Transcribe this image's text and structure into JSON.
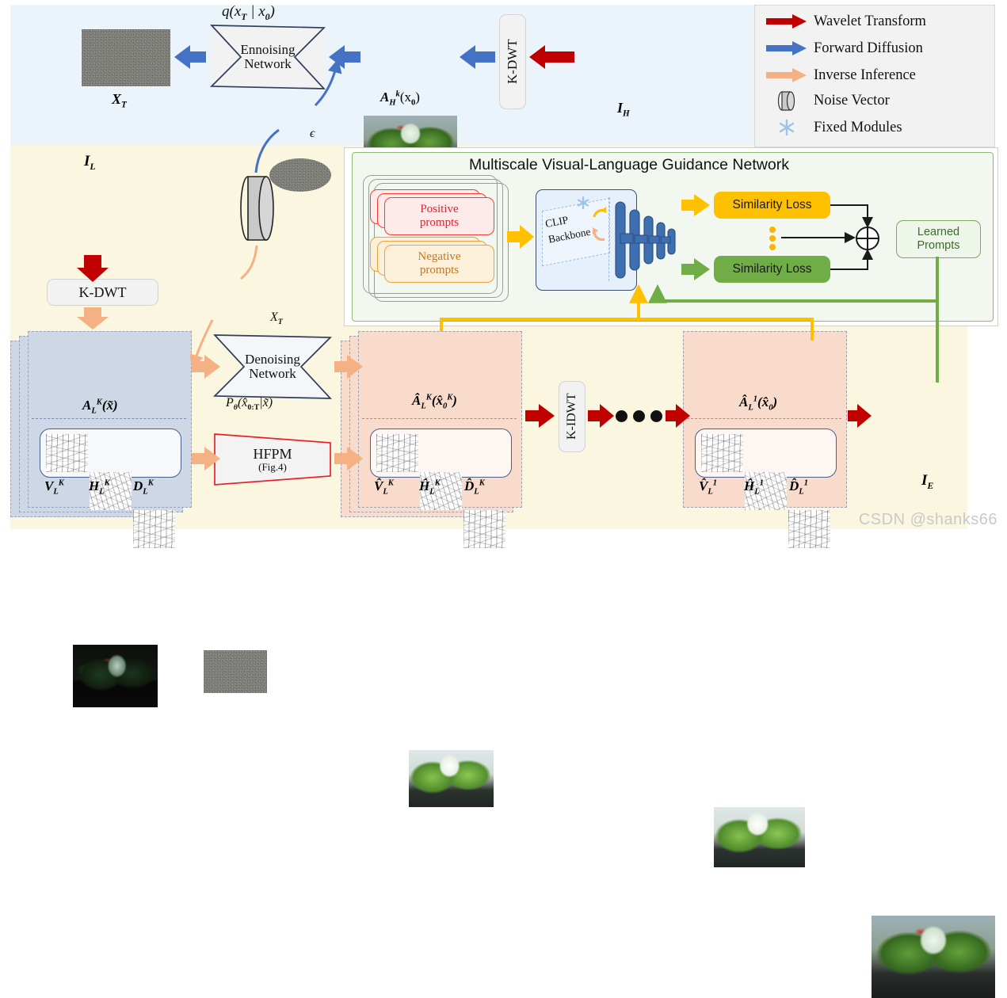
{
  "figure": {
    "watermark": "CSDN @shanks66"
  },
  "legend": {
    "items": [
      {
        "label": "Wavelet Transform",
        "icon": "red-arrow-icon",
        "color": "#C00000"
      },
      {
        "label": "Forward Diffusion",
        "icon": "blue-arrow-icon",
        "color": "#4472C4"
      },
      {
        "label": "Inverse Inference",
        "icon": "peach-arrow-icon",
        "color": "#F4B183"
      },
      {
        "label": "Noise Vector",
        "icon": "cylinder-icon",
        "color": "#BFBFBF"
      },
      {
        "label": "Fixed Modules",
        "icon": "snowflake-icon",
        "color": "#9DC3E6"
      }
    ]
  },
  "diffusion_panel": {
    "distribution_label": "q(x_T|x_0)",
    "ennoising_network": "Ennoising\nNetwork",
    "ennoising_line1": "Ennoising",
    "ennoising_line2": "Network",
    "noise_image_label": "X_T",
    "epsilon_label": "ϵ",
    "kdwt_label": "K-DWT",
    "high_coeff_label": "A_H^k(x_0)",
    "high_input_label": "I_H",
    "panel_color": "#EAF4FA"
  },
  "enhance_panel": {
    "low_input_label": "I_L",
    "kdwt_label": "K-DWT",
    "noise_label": "X_T",
    "denoising_network_line1": "Denoising",
    "denoising_network_line2": "Network",
    "denoising_formula": "P_θ(x̅0:T|x̃)",
    "hfpm_label": "HFPM",
    "hfpm_sub": "(Fig.4)",
    "kidwt_label": "K-IDWT",
    "panel_color": "#FBF6DF",
    "stack_in": {
      "approx_label": "A_L^K(x̃)",
      "subbands": [
        "V_L^K",
        "H_L^K",
        "D_L^K"
      ]
    },
    "stack_midK": {
      "approx_label": "Â_L^K(x̂_0^K)",
      "subbands": [
        "V̂_L^K",
        "Ĥ_L^K",
        "D̂_L^K"
      ]
    },
    "stack_one": {
      "approx_label": "Â_L^1(x̂_0)",
      "subbands": [
        "V̂_L^1",
        "Ĥ_L^1",
        "D̂_L^1"
      ]
    },
    "output_label": "I_E"
  },
  "vlg_panel": {
    "title": "Multiscale Visual-Language Guidance Network",
    "positive_prompts": "Positive\nprompts",
    "positive_line1": "Positive",
    "positive_line2": "prompts",
    "negative_prompts": "Negative\nprompts",
    "negative_line1": "Negative",
    "negative_line2": "prompts",
    "clip_backbone_line1": "CLIP",
    "clip_backbone_line2": "Backbone",
    "similarity_loss_top": "Similarity Loss",
    "similarity_loss_bottom": "Similarity Loss",
    "learned_prompts_line1": "Learned",
    "learned_prompts_line2": "Prompts",
    "sum_symbol": "⊕",
    "colors": {
      "panel": "#F2F8EF",
      "yellow": "#FFC000",
      "green": "#70AD47",
      "positive": "#FF3B30",
      "negative": "#E8A33D"
    }
  }
}
